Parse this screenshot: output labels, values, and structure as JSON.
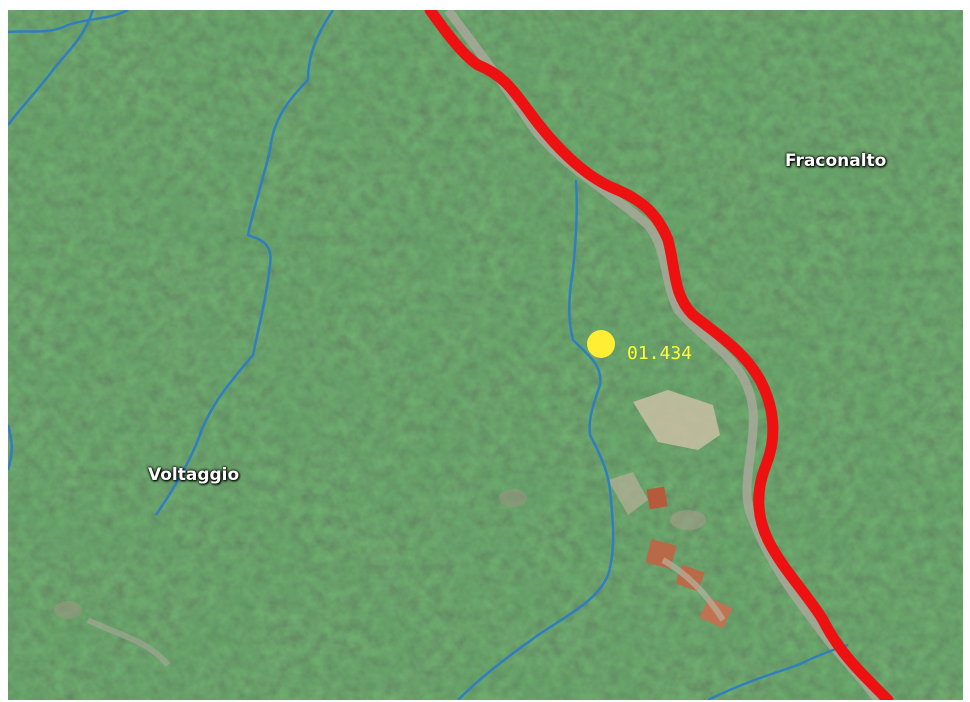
{
  "map": {
    "places": [
      {
        "name": "Fraconalto"
      },
      {
        "name": "Voltaggio"
      }
    ],
    "marker": {
      "label": "01.434",
      "color": "#ffee33"
    },
    "colors": {
      "route": "#ee1111",
      "streams": "#2f7fc0",
      "road": "#a8a89a",
      "forest": "#2c4f2c"
    }
  }
}
